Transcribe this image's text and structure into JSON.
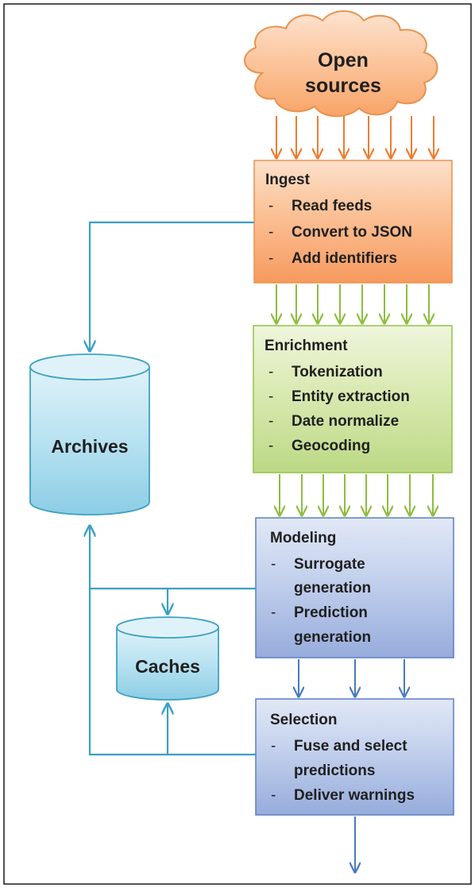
{
  "source": {
    "label_line1": "Open",
    "label_line2": "sources"
  },
  "boxes": {
    "ingest": {
      "title": "Ingest",
      "items": [
        "Read feeds",
        "Convert to JSON",
        "Add identifiers"
      ]
    },
    "enrichment": {
      "title": "Enrichment",
      "items": [
        "Tokenization",
        "Entity extraction",
        "Date normalize",
        "Geocoding"
      ]
    },
    "modeling": {
      "title": "Modeling",
      "items": [
        [
          "Surrogate",
          "generation"
        ],
        [
          "Prediction",
          "generation"
        ]
      ]
    },
    "selection": {
      "title": "Selection",
      "items": [
        [
          "Fuse and select",
          "predictions"
        ],
        [
          "Deliver warnings"
        ]
      ]
    }
  },
  "stores": {
    "archives": {
      "label": "Archives"
    },
    "caches": {
      "label": "Caches"
    }
  },
  "bullet": "-",
  "colors": {
    "ingest_fill": "#f9b27e",
    "ingest_border": "#e8924f",
    "enrich_fill": "#d5e6a8",
    "enrich_border": "#93c34a",
    "model_fill": "#b9c8e8",
    "model_border": "#5b7fc2",
    "store_fill": "#aadcee",
    "store_border": "#3ea2c2",
    "cloud_fill": "#f9b27e",
    "cloud_border": "#e8924f",
    "arrow_orange": "#ed7d31",
    "arrow_green": "#8dbd3f",
    "arrow_blue": "#4a79c0",
    "arrow_teal": "#3aa0c4"
  }
}
